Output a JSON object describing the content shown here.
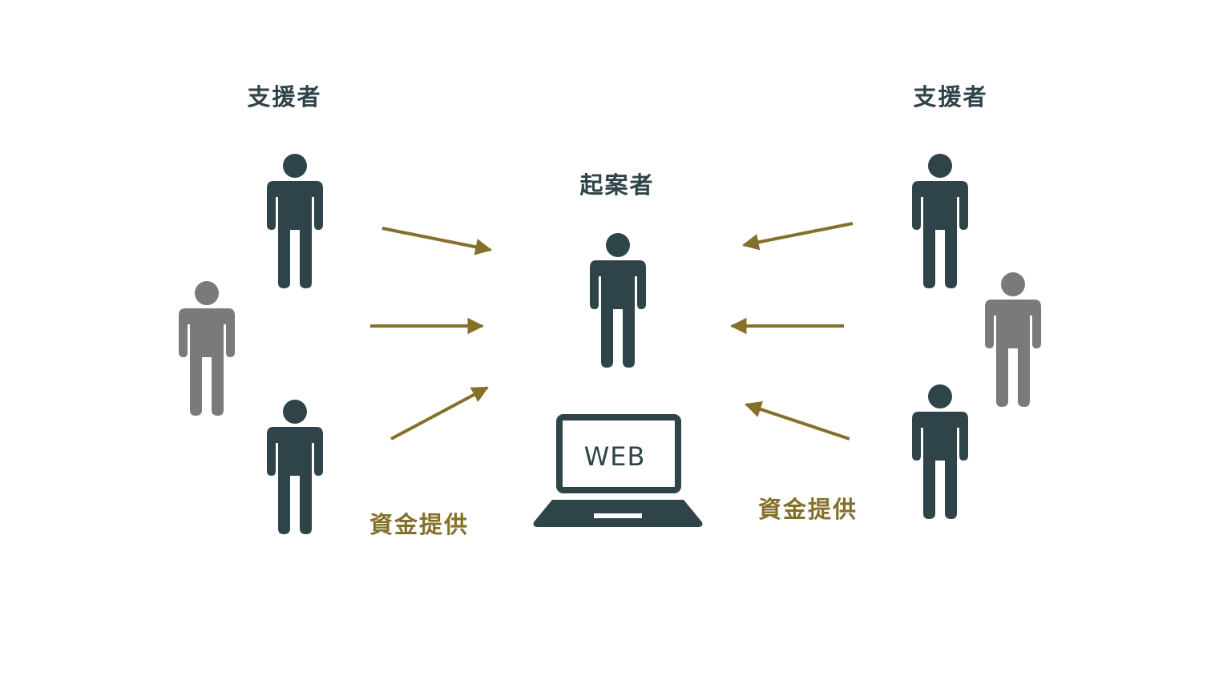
{
  "labels": {
    "supporter_left": "支援者",
    "supporter_right": "支援者",
    "initiator": "起案者",
    "funding_left": "資金提供",
    "funding_right": "資金提供",
    "web": "WEB"
  },
  "colors": {
    "person_primary": "#2e4449",
    "person_secondary": "#7a7a7a",
    "arrow": "#85702b",
    "text_dark": "#2e4449",
    "text_gold": "#85702b",
    "background": "#ffffff"
  },
  "icons": {
    "person": "person-icon",
    "laptop": "laptop-icon",
    "arrow": "arrow-right-icon"
  }
}
